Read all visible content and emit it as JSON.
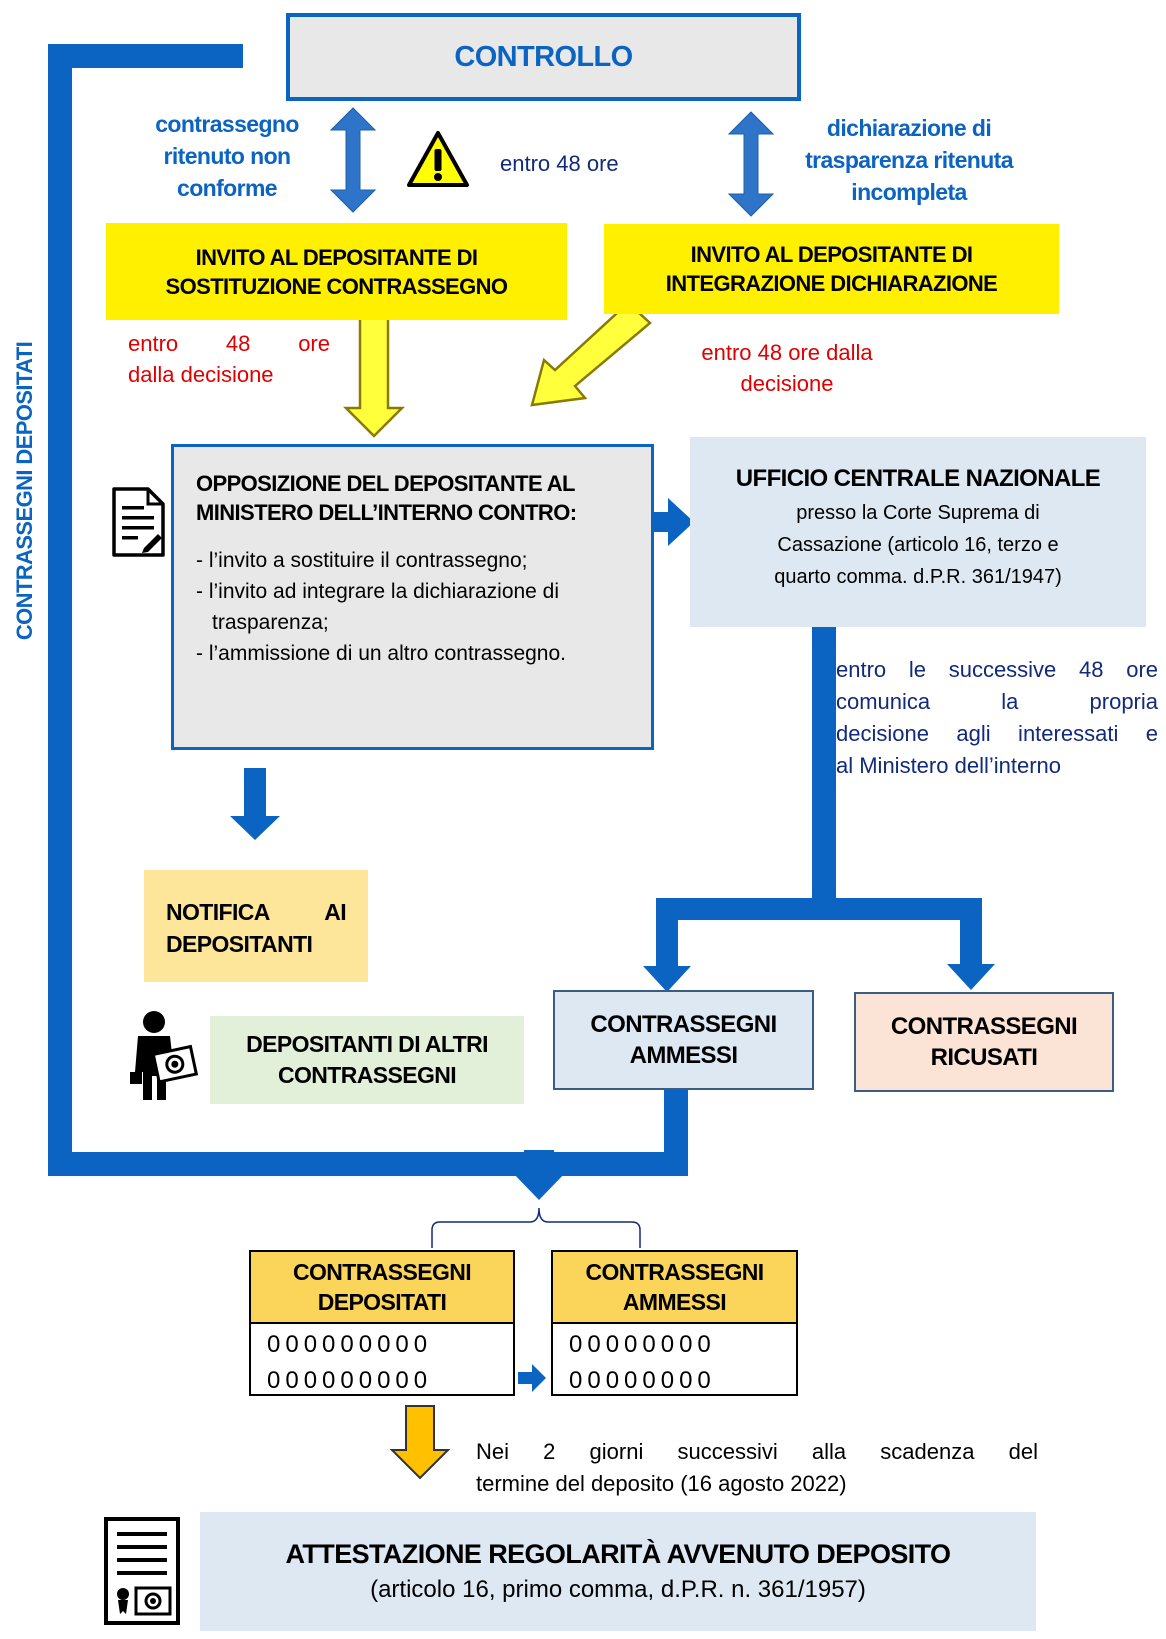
{
  "controllo": {
    "title": "CONTROLLO"
  },
  "side_label": "CONTRASSEGNI DEPOSITATI",
  "left_condition": [
    "contrassegno",
    "ritenuto non",
    "conforme"
  ],
  "right_condition": [
    "dichiarazione di",
    "trasparenza ritenuta",
    "incompleta"
  ],
  "time_48": "entro 48 ore",
  "invito_left": [
    "INVITO AL DEPOSITANTE DI",
    "SOSTITUZIONE CONTRASSEGNO"
  ],
  "invito_right": [
    "INVITO AL DEPOSITANTE DI",
    "INTEGRAZIONE DICHIARAZIONE"
  ],
  "decision_left": [
    "entro 48 ore",
    "dalla decisione"
  ],
  "decision_right": [
    "entro 48 ore dalla",
    "decisione"
  ],
  "opposizione": {
    "title": [
      "OPPOSIZIONE DEL DEPOSITANTE AL",
      "MINISTERO DELL’INTERNO CONTRO:"
    ],
    "items": [
      "- l’invito a sostituire il contrassegno;",
      "- l’invito ad integrare la dichiarazione di",
      "trasparenza;",
      "- l’ammissione di un altro contrassegno."
    ]
  },
  "ufficio": {
    "title": "UFFICIO CENTRALE NAZIONALE",
    "lines": [
      "presso la Corte Suprema di",
      "Cassazione (articolo 16, terzo e",
      "quarto comma. d.P.R. 361/1947)"
    ]
  },
  "comunica": [
    "entro le successive 48 ore",
    "comunica la propria",
    "decisione agli interessati e",
    "al Ministero dell’interno"
  ],
  "notifica": [
    "NOTIFICA AI",
    "DEPOSITANTI"
  ],
  "altri": [
    "DEPOSITANTI DI ALTRI",
    "CONTRASSEGNI"
  ],
  "ammessi_box": [
    "CONTRASSEGNI",
    "AMMESSI"
  ],
  "ricusati_box": [
    "CONTRASSEGNI",
    "RICUSATI"
  ],
  "table_left": {
    "header": [
      "CONTRASSEGNI",
      "DEPOSITATI"
    ],
    "rows": [
      "000000000",
      "000000000"
    ]
  },
  "table_right": {
    "header": [
      "CONTRASSEGNI",
      "AMMESSI"
    ],
    "rows": [
      "00000000",
      "00000000"
    ]
  },
  "nei_giorni": [
    "Nei 2 giorni successivi alla scadenza del",
    "termine del deposito (16 agosto 2022)"
  ],
  "attestazione": {
    "title": "ATTESTAZIONE REGOLARITÀ AVVENUTO DEPOSITO",
    "subtitle": "(articolo 16, primo comma, d.P.R. n. 361/1957)"
  },
  "colors": {
    "blue": "#0b63c2",
    "navy": "#112a7a",
    "red": "#e00000",
    "yellow": "#fff000",
    "gold": "#fbd55a",
    "grey": "#e8e8e8",
    "light_blue": "#dde8f3",
    "light_green": "#e2efd9",
    "peach": "#fbe4d5",
    "pale_orange": "#fde59a"
  },
  "icons": [
    "warning-icon",
    "document-icon",
    "person-icon",
    "certificate-icon"
  ]
}
